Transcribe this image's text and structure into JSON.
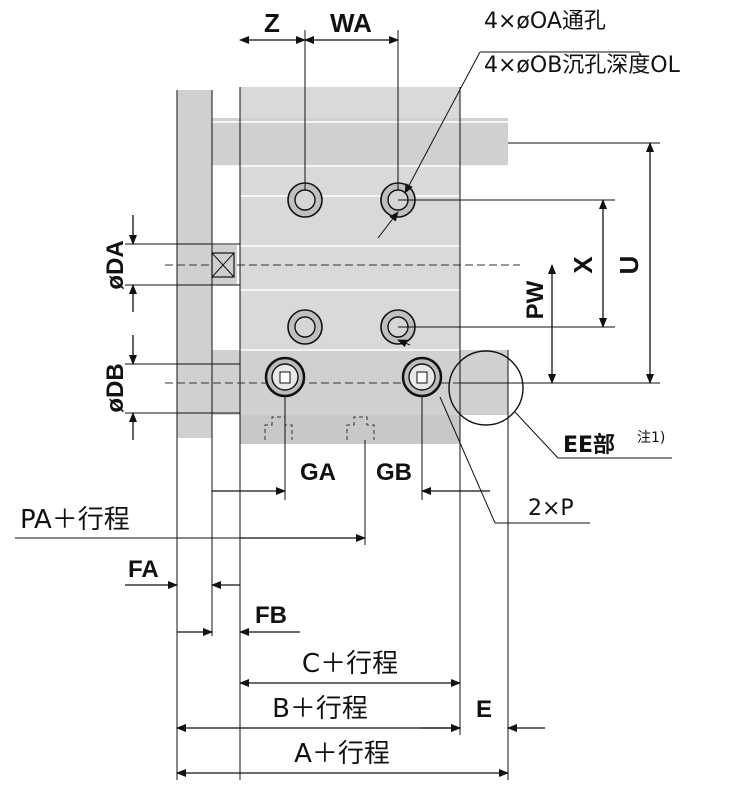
{
  "labels": {
    "z": "Z",
    "wa": "WA",
    "oa_holes": "4×øOA通孔",
    "ob_holes": "4×øOB沉孔深度OL",
    "da": "øDA",
    "db": "øDB",
    "x": "X",
    "u": "U",
    "pw": "PW",
    "ga": "GA",
    "gb": "GB",
    "ee": "EE部",
    "ee_note": "注1)",
    "ports": "2×P",
    "pa": "PA＋行程",
    "fa": "FA",
    "fb": "FB",
    "c": "C＋行程",
    "b": "B＋行程",
    "e": "E",
    "a": "A＋行程"
  }
}
